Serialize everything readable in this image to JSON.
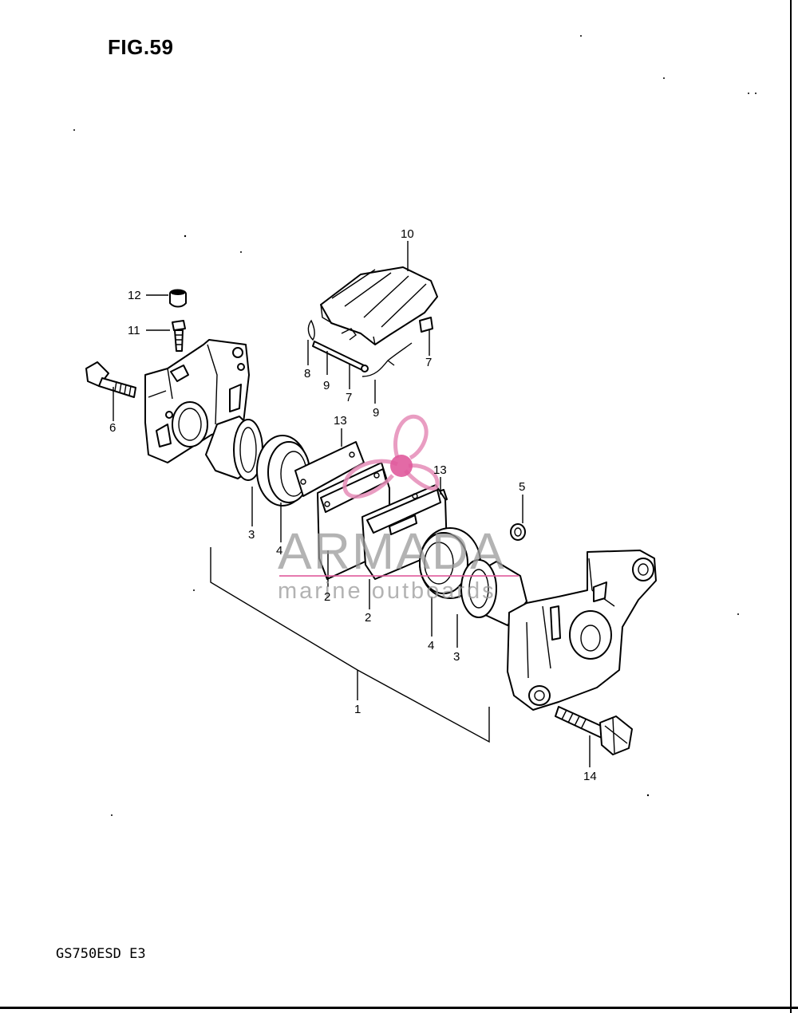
{
  "figure": {
    "title": "FIG.59",
    "model_code": "GS750ESD E3"
  },
  "watermark": {
    "brand": "ARMADA",
    "tagline": "marine outboards",
    "accent_color": "#e05a9c"
  },
  "callouts": {
    "c1": "1",
    "c2a": "2",
    "c2b": "2",
    "c3a": "3",
    "c3b": "3",
    "c4a": "4",
    "c4b": "4",
    "c5": "5",
    "c6": "6",
    "c7a": "7",
    "c7b": "7",
    "c8": "8",
    "c9a": "9",
    "c9b": "9",
    "c10": "10",
    "c11": "11",
    "c12": "12",
    "c13a": "13",
    "c13b": "13",
    "c14": "14"
  }
}
